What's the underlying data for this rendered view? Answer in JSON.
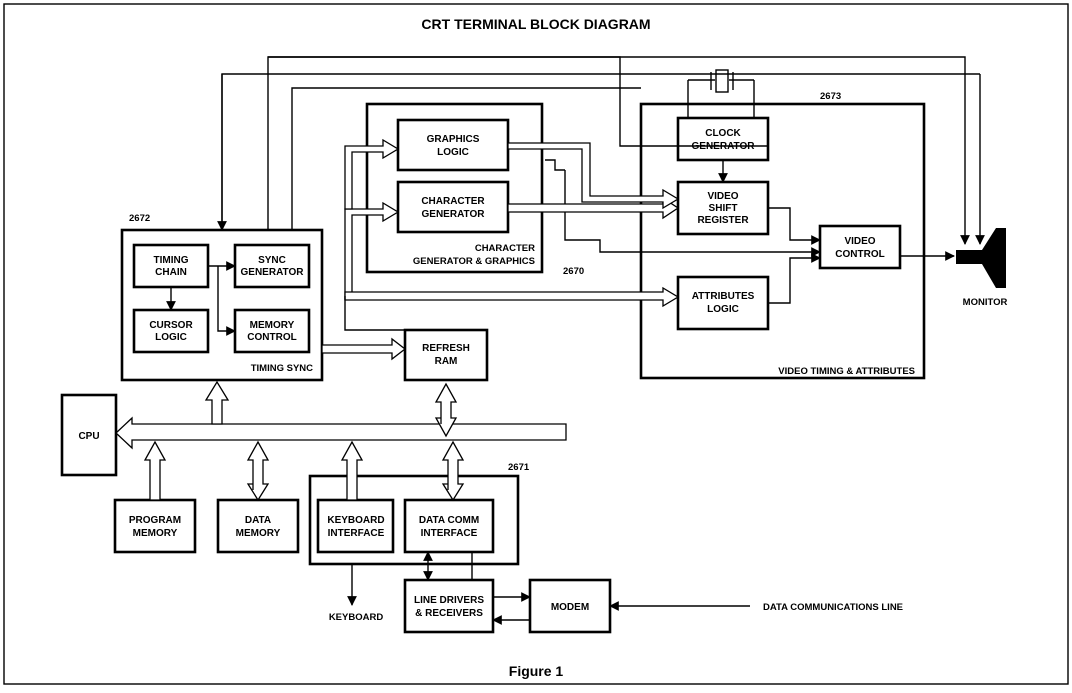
{
  "title": "CRT TERMINAL BLOCK DIAGRAM",
  "figure_label": "Figure 1",
  "chips": {
    "c2672": "2672",
    "c2670": "2670",
    "c2673": "2673",
    "c2671": "2671"
  },
  "groups": {
    "timing_sync": "TIMING SYNC",
    "char_gen_graphics": [
      "CHARACTER",
      "GENERATOR & GRAPHICS"
    ],
    "video_timing": "VIDEO TIMING & ATTRIBUTES"
  },
  "blocks": {
    "timing_chain": [
      "TIMING",
      "CHAIN"
    ],
    "sync_generator": [
      "SYNC",
      "GENERATOR"
    ],
    "cursor_logic": [
      "CURSOR",
      "LOGIC"
    ],
    "memory_control": [
      "MEMORY",
      "CONTROL"
    ],
    "graphics_logic": [
      "GRAPHICS",
      "LOGIC"
    ],
    "character_generator": [
      "CHARACTER",
      "GENERATOR"
    ],
    "clock_generator": [
      "CLOCK",
      "GENERATOR"
    ],
    "video_shift_register": [
      "VIDEO",
      "SHIFT",
      "REGISTER"
    ],
    "video_control": [
      "VIDEO",
      "CONTROL"
    ],
    "attributes_logic": [
      "ATTRIBUTES",
      "LOGIC"
    ],
    "refresh_ram": [
      "REFRESH",
      "RAM"
    ],
    "cpu": "CPU",
    "program_memory": [
      "PROGRAM",
      "MEMORY"
    ],
    "data_memory": [
      "DATA",
      "MEMORY"
    ],
    "keyboard_interface": [
      "KEYBOARD",
      "INTERFACE"
    ],
    "data_comm_interface": [
      "DATA COMM",
      "INTERFACE"
    ],
    "line_drivers": [
      "LINE DRIVERS",
      "& RECEIVERS"
    ],
    "modem": "MODEM"
  },
  "external": {
    "monitor": "MONITOR",
    "keyboard": "KEYBOARD",
    "data_line": "DATA COMMUNICATIONS LINE"
  }
}
